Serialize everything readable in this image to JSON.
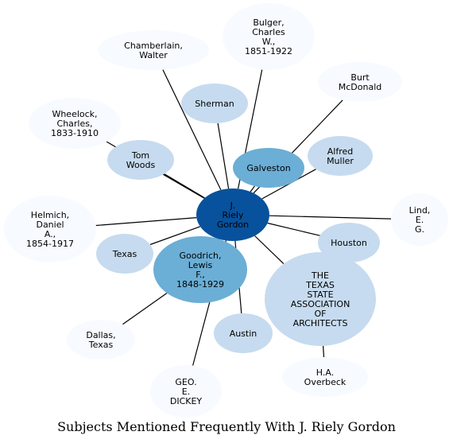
{
  "caption": "Subjects Mentioned Frequently With J. Riely Gordon",
  "palette": {
    "center": "#08519c",
    "strong": "#6baed6",
    "medium": "#c6dbef",
    "light": "#f7fbff",
    "edge": "#000000",
    "text": "#000000"
  },
  "center": {
    "id": "gordon",
    "lines": [
      "J.",
      "Riely",
      "Gordon"
    ]
  },
  "nodes": [
    {
      "id": "chamberlain",
      "lines": [
        "Chamberlain,",
        "Walter"
      ],
      "level": "light"
    },
    {
      "id": "bulger",
      "lines": [
        "Bulger,",
        "Charles",
        "W.,",
        "1851-1922"
      ],
      "level": "light"
    },
    {
      "id": "burt",
      "lines": [
        "Burt",
        "McDonald"
      ],
      "level": "light"
    },
    {
      "id": "wheelock",
      "lines": [
        "Wheelock,",
        "Charles,",
        "1833-1910"
      ],
      "level": "light"
    },
    {
      "id": "sherman",
      "lines": [
        "Sherman"
      ],
      "level": "medium"
    },
    {
      "id": "tom-woods",
      "lines": [
        "Tom",
        "Woods"
      ],
      "level": "medium"
    },
    {
      "id": "galveston",
      "lines": [
        "Galveston"
      ],
      "level": "strong"
    },
    {
      "id": "alfred-muller",
      "lines": [
        "Alfred",
        "Muller"
      ],
      "level": "medium"
    },
    {
      "id": "helmich",
      "lines": [
        "Helmich,",
        "Daniel",
        "A.,",
        "1854-1917"
      ],
      "level": "light"
    },
    {
      "id": "lind",
      "lines": [
        "Lind,",
        "E.",
        "G."
      ],
      "level": "light"
    },
    {
      "id": "texas",
      "lines": [
        "Texas"
      ],
      "level": "medium"
    },
    {
      "id": "goodrich",
      "lines": [
        "Goodrich,",
        "Lewis",
        "F.,",
        "1848-1929"
      ],
      "level": "strong"
    },
    {
      "id": "houston",
      "lines": [
        "Houston"
      ],
      "level": "medium"
    },
    {
      "id": "texas-state-assoc",
      "lines": [
        "THE",
        "TEXAS",
        "STATE",
        "ASSOCIATION",
        "OF",
        "ARCHITECTS"
      ],
      "level": "medium"
    },
    {
      "id": "dallas",
      "lines": [
        "Dallas,",
        "Texas"
      ],
      "level": "light"
    },
    {
      "id": "austin",
      "lines": [
        "Austin"
      ],
      "level": "medium"
    },
    {
      "id": "dickey",
      "lines": [
        "GEO.",
        "E.",
        "DICKEY"
      ],
      "level": "light"
    },
    {
      "id": "overbeck",
      "lines": [
        "H.A.",
        "Overbeck"
      ],
      "level": "light"
    }
  ],
  "edges": [
    [
      "gordon",
      "chamberlain"
    ],
    [
      "gordon",
      "bulger"
    ],
    [
      "gordon",
      "burt"
    ],
    [
      "gordon",
      "wheelock"
    ],
    [
      "gordon",
      "sherman"
    ],
    [
      "gordon",
      "tom-woods"
    ],
    [
      "gordon",
      "galveston"
    ],
    [
      "gordon",
      "alfred-muller"
    ],
    [
      "gordon",
      "helmich"
    ],
    [
      "gordon",
      "lind"
    ],
    [
      "gordon",
      "texas"
    ],
    [
      "gordon",
      "goodrich"
    ],
    [
      "gordon",
      "houston"
    ],
    [
      "gordon",
      "texas-state-assoc"
    ],
    [
      "gordon",
      "austin"
    ],
    [
      "gordon",
      "dickey"
    ],
    [
      "goodrich",
      "dallas"
    ],
    [
      "texas-state-assoc",
      "overbeck"
    ]
  ]
}
